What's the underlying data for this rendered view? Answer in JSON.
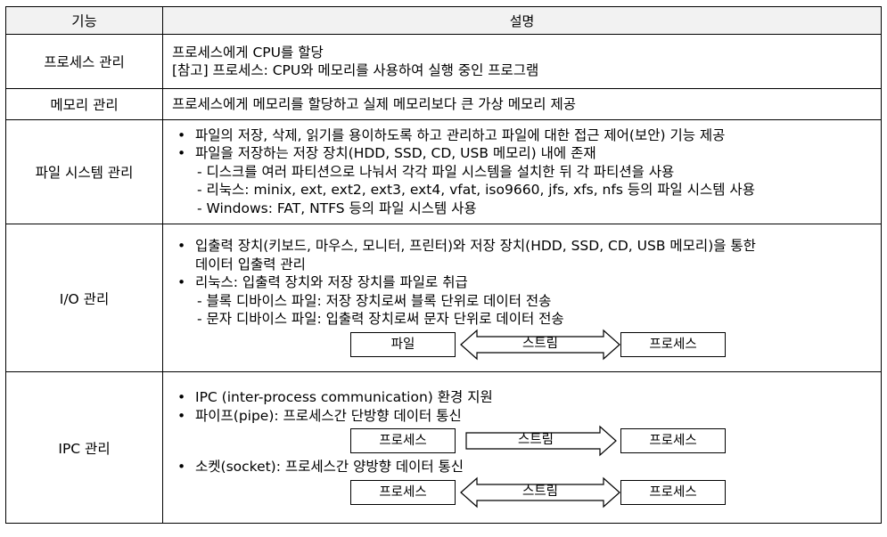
{
  "table": {
    "header": {
      "col1": "기능",
      "col2": "설명"
    },
    "rows": [
      {
        "name": "프로세스 관리",
        "lines": [
          "프로세스에게 CPU를 할당",
          "[참고] 프로세스: CPU와 메모리를 사용하여 실행 중인 프로그램"
        ]
      },
      {
        "name": "메모리 관리",
        "lines": [
          "프로세스에게 메모리를 할당하고 실제 메모리보다 큰 가상 메모리 제공"
        ]
      },
      {
        "name": "파일 시스템 관리",
        "bullet1": "파일의 저장, 삭제, 읽기를 용이하도록 하고 관리하고 파일에 대한 접근 제어(보안) 기능 제공",
        "bullet2": "파일을 저장하는 저장 장치(HDD, SSD, CD, USB 메모리) 내에 존재",
        "subs": [
          "- 디스크를 여러 파티션으로 나눠서 각각 파일 시스템을 설치한 뒤 각 파티션을 사용",
          "- 리눅스: minix, ext, ext2, ext3, ext4, vfat, iso9660, jfs, xfs, nfs 등의 파일 시스템 사용",
          "- Windows: FAT, NTFS 등의 파일 시스템 사용"
        ]
      },
      {
        "name": "I/O 관리",
        "bullet1": "입출력 장치(키보드, 마우스, 모니터, 프린터)와 저장 장치(HDD, SSD, CD, USB 메모리)을 통한",
        "bullet1_cont": "데이터 입출력 관리",
        "bullet2": "리눅스: 입출력 장치와 저장 장치를 파일로 취급",
        "subs": [
          "- 블록 디바이스 파일: 저장 장치로써 블록 단위로 데이터 전송",
          "- 문자 디바이스 파일: 입출력 장치로써 문자 단위로 데이터 전송"
        ],
        "diagram": {
          "left": "파일",
          "arrow": "스트림",
          "right": "프로세스"
        }
      },
      {
        "name": "IPC 관리",
        "bullet1": "IPC (inter-process communication) 환경 지원",
        "bullet2": "파이프(pipe): 프로세스간 단방향 데이터 통신",
        "diagram1": {
          "left": "프로세스",
          "arrow": "스트림",
          "right": "프로세스"
        },
        "bullet3": "소켓(socket): 프로세스간 양방향 데이터 통신",
        "diagram2": {
          "left": "프로세스",
          "arrow": "스트림",
          "right": "프로세스"
        }
      }
    ]
  },
  "bullet_glyph": "•"
}
